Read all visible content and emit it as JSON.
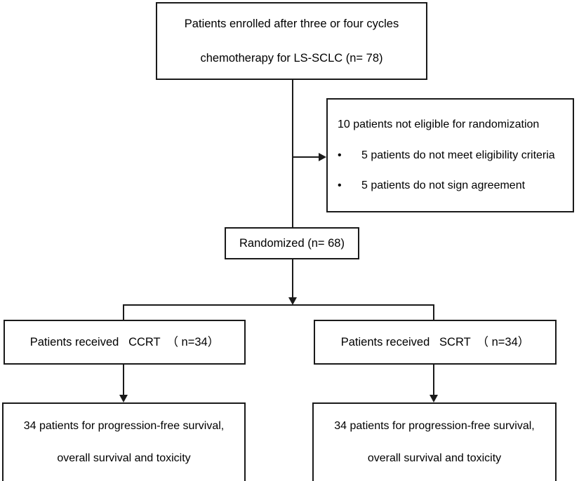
{
  "diagram": {
    "type": "consort-flow-diagram",
    "nodes": {
      "enrolled": {
        "line1": "Patients enrolled after three or four cycles",
        "line2": "chemotherapy for LS-SCLC (n= 78)",
        "count": 78
      },
      "excluded": {
        "heading": "10 patients not eligible for randomization",
        "bullet_glyph": "•",
        "bullet1": "5 patients do not meet eligibility criteria",
        "bullet2": "5 patients do not sign agreement",
        "count": 10
      },
      "randomized": {
        "label": "Randomized (n= 68)",
        "count": 68
      },
      "arm_ccrt": {
        "label": "Patients received   CCRT  （ n=34）",
        "count": 34
      },
      "arm_scrt": {
        "label": "Patients received   SCRT  （ n=34）",
        "count": 34
      },
      "outcome_ccrt": {
        "line1": "34 patients for progression-free survival,",
        "line2": "overall survival and toxicity",
        "count": 34
      },
      "outcome_scrt": {
        "line1": "34 patients for progression-free survival,",
        "line2": "overall survival and toxicity",
        "count": 34
      }
    },
    "colors": {
      "stroke": "#1a1a1a",
      "background": "#ffffff",
      "text": "#000000"
    }
  }
}
